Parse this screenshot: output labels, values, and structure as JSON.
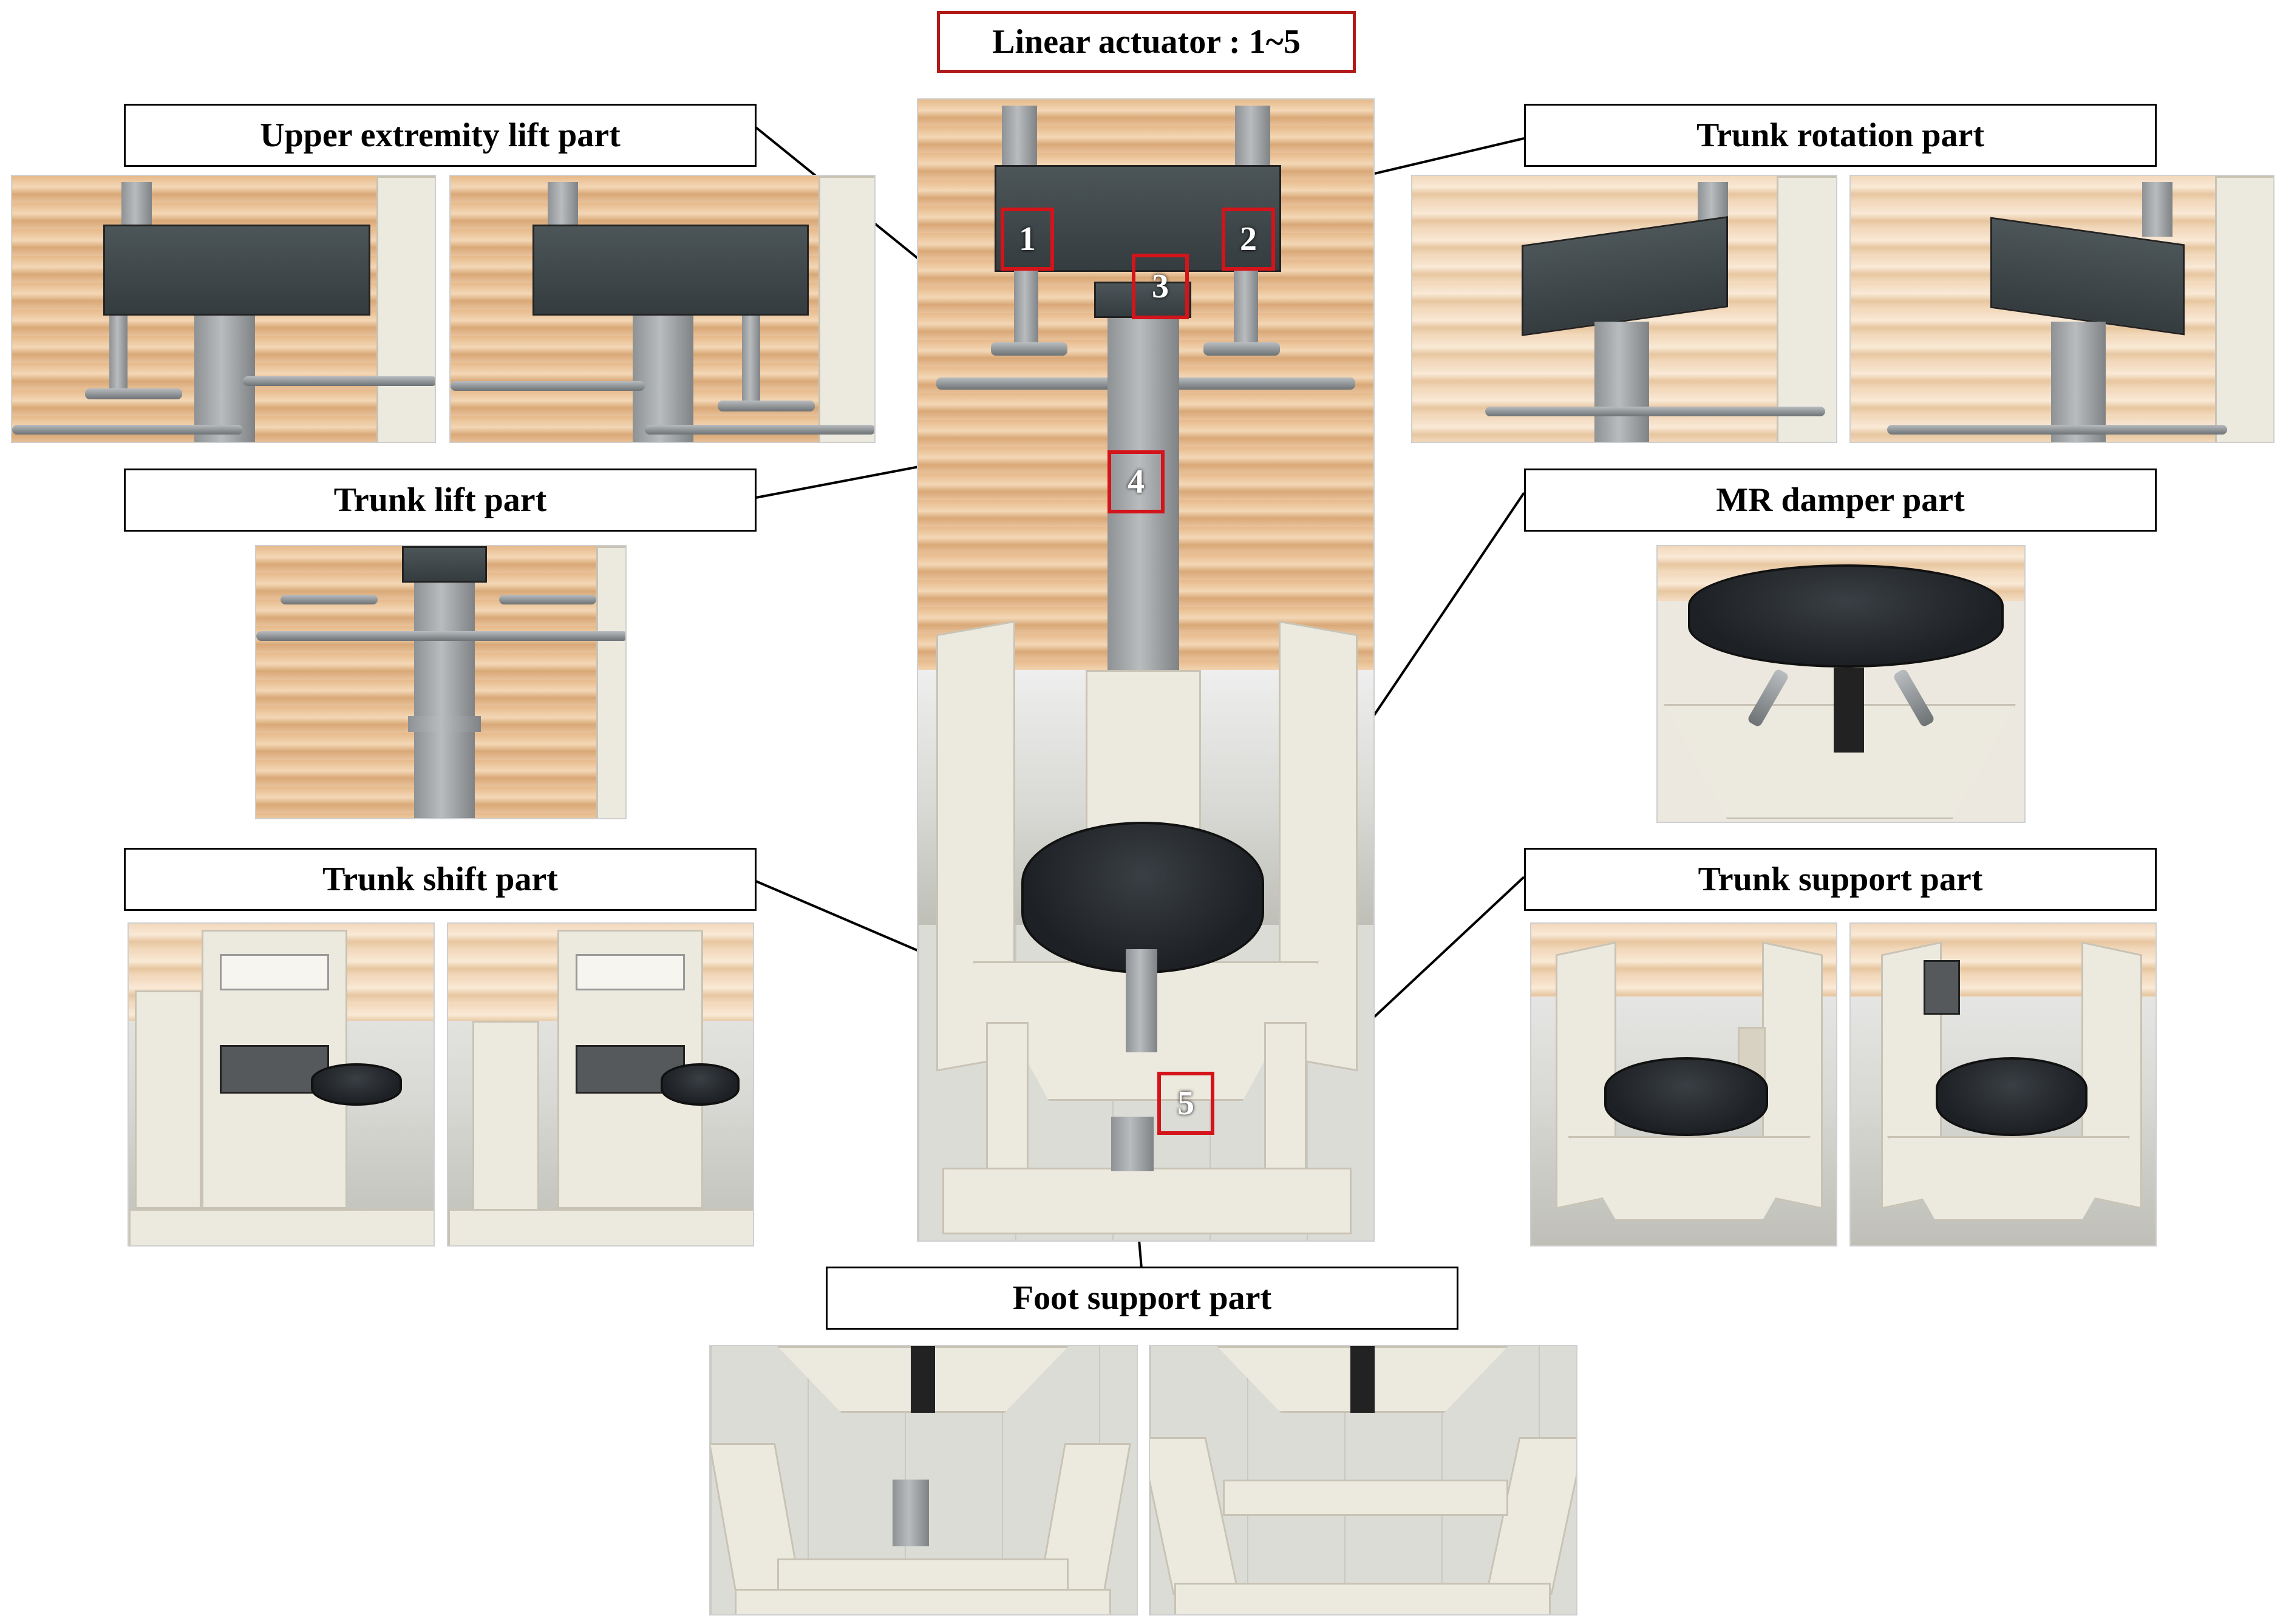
{
  "title": "Linear actuator : 1~5",
  "labels": {
    "upper_extremity_lift": "Upper extremity lift part",
    "trunk_rotation": "Trunk rotation part",
    "trunk_lift": "Trunk lift part",
    "mr_damper": "MR damper part",
    "trunk_shift": "Trunk shift part",
    "trunk_support": "Trunk support part",
    "foot_support": "Foot support part"
  },
  "actuator_markers": [
    "1",
    "2",
    "3",
    "4",
    "5"
  ],
  "colors": {
    "marker_red": "#d4141a",
    "title_border": "#b21a1a",
    "label_border": "#000000",
    "leader_line": "#000000"
  }
}
